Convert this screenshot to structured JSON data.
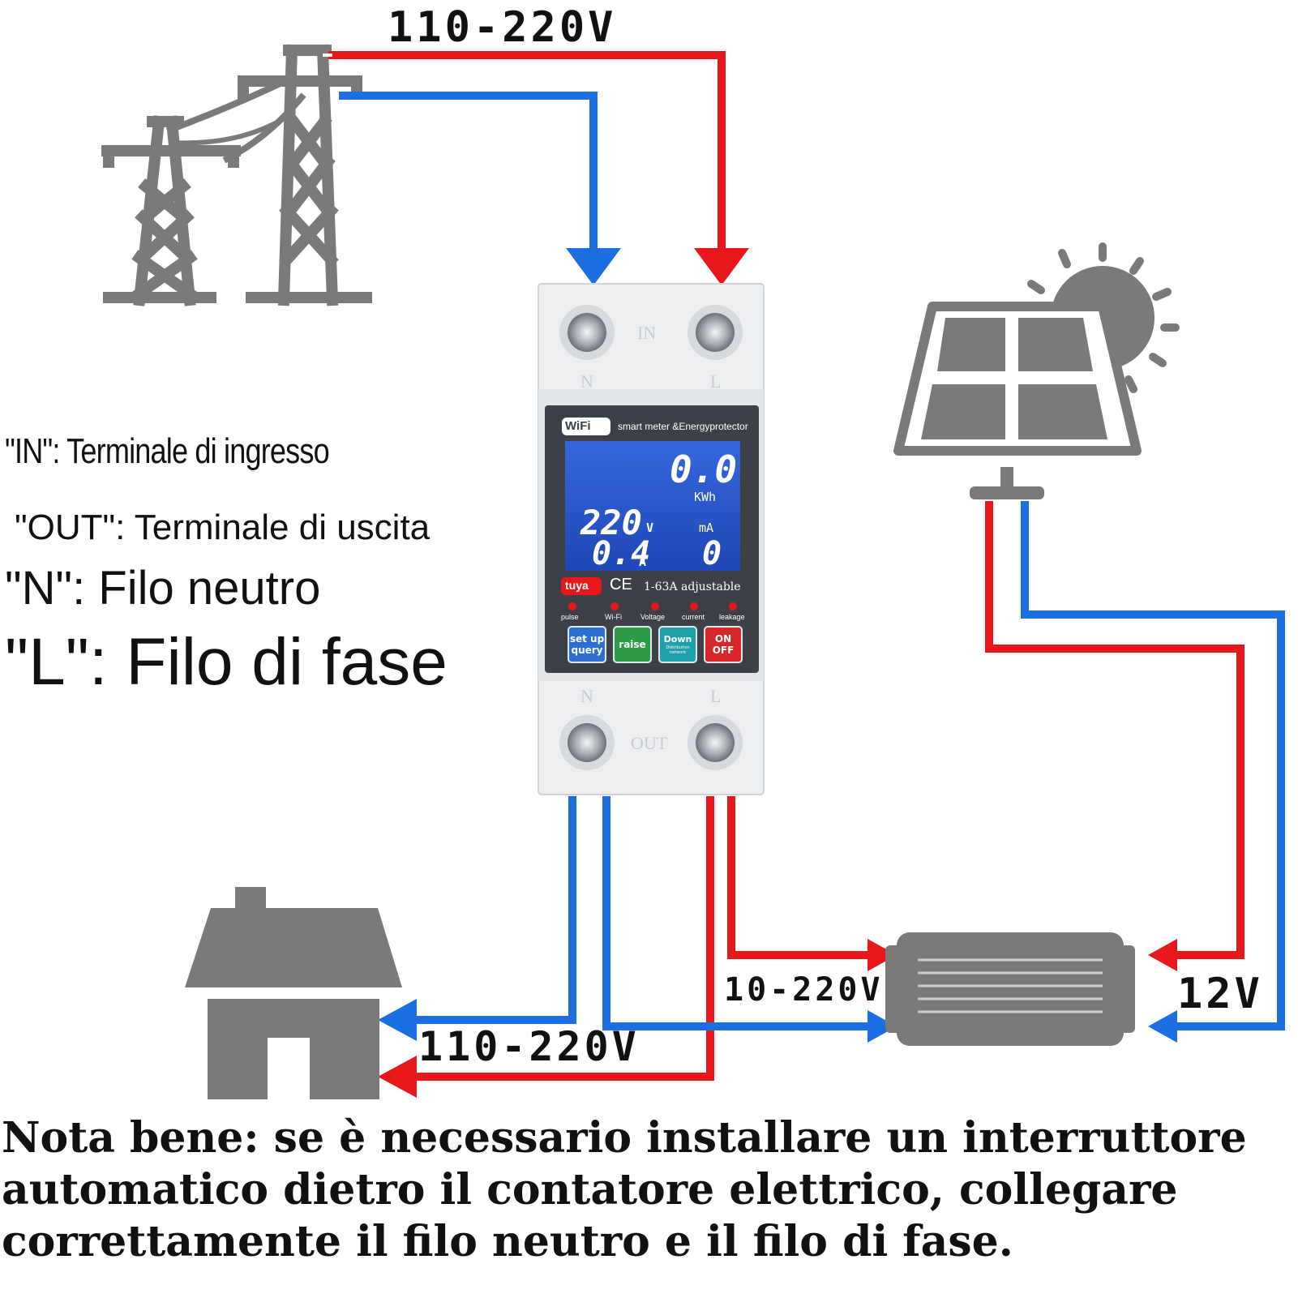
{
  "voltages": {
    "grid": "110-220V",
    "house": "110-220V",
    "inverter_output": "10-220V",
    "solar": "12V"
  },
  "legend": {
    "in": "\"IN\": Terminale di ingresso",
    "out": "\"OUT\": Terminale di uscita",
    "n": "\"N\": Filo neutro",
    "l": "\"L\": Filo di fase"
  },
  "device": {
    "wifi_badge": "WiFi",
    "model_text": "smart meter &Energyprotector",
    "display": {
      "energy": "0.0",
      "energy_unit": "KWh",
      "voltage": "220",
      "voltage_unit": "V",
      "current": "0.4",
      "current_unit": "A",
      "leak_unit": "mA",
      "leak": "0"
    },
    "brand": "tuya",
    "ce_mark": "CE",
    "rating": "1-63A adjustable",
    "indicators": [
      "pulse",
      "Wi-Fi",
      "Voltage",
      "current",
      "leakage"
    ],
    "buttons": [
      {
        "line1": "set up",
        "line2": "query"
      },
      {
        "line1": "raise",
        "line2": ""
      },
      {
        "line1": "Down",
        "line2": "Distribution network"
      },
      {
        "line1": "ON",
        "line2": "OFF"
      }
    ],
    "top_terminals": {
      "label": "IN",
      "left": "N",
      "right": "L"
    },
    "bottom_terminals": {
      "label": "OUT",
      "left": "N",
      "right": "L"
    }
  },
  "note": "Nota bene: se è necessario installare un interruttore automatico dietro il contatore elettrico, collegare correttamente il filo neutro e il filo di fase.",
  "colors": {
    "live_wire": "#e8171b",
    "neutral_wire": "#1c6fe0",
    "icon_gray": "#7a7a7a",
    "lcd_blue": "#2a57c9",
    "device_panel": "#3c4148",
    "device_body": "#eceef0"
  },
  "icons": [
    "power-pylons-icon",
    "solar-panel-icon",
    "sun-icon",
    "house-icon",
    "inverter-icon"
  ]
}
